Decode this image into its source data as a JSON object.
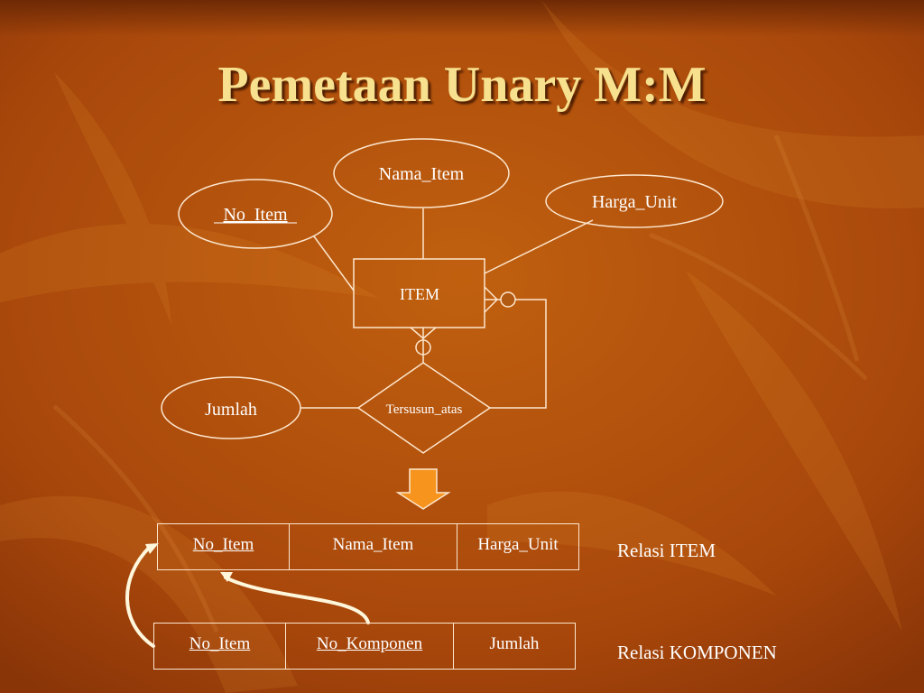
{
  "slide": {
    "title": "Pemetaan Unary M:M"
  },
  "er_diagram": {
    "entity": "ITEM",
    "attributes": {
      "key": "No_Item",
      "name": "Nama_Item",
      "price": "Harga_Unit"
    },
    "relationship": "Tersusun_atas",
    "relationship_attribute": "Jumlah"
  },
  "relations": [
    {
      "name": "Relasi ITEM",
      "columns": [
        {
          "label": "No_Item",
          "underline": true
        },
        {
          "label": "Nama_Item",
          "underline": false
        },
        {
          "label": "Harga_Unit",
          "underline": false
        }
      ]
    },
    {
      "name": "Relasi KOMPONEN",
      "columns": [
        {
          "label": "No_Item",
          "underline": true
        },
        {
          "label": "No_Komponen",
          "underline": true
        },
        {
          "label": "Jumlah",
          "underline": false
        }
      ]
    }
  ],
  "colors": {
    "background": "#b4520f",
    "title": "#f7e08e",
    "arrow": "#f7941d",
    "fk_arrow": "#fff7dc"
  }
}
